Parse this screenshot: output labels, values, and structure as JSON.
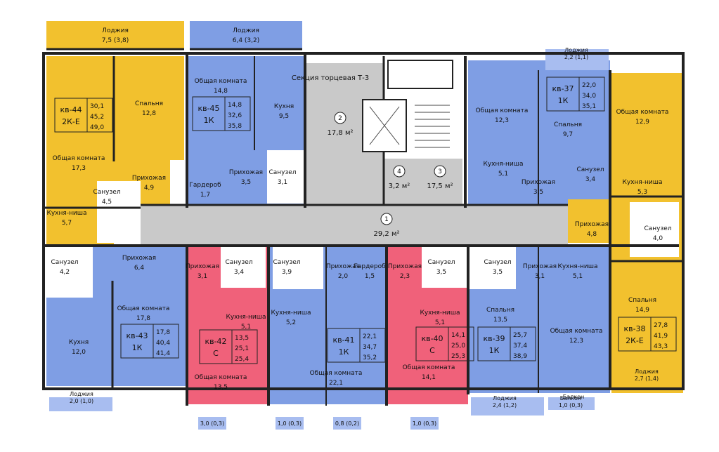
{
  "colors": {
    "yellow": "#f2c12e",
    "blue": "#7f9ee4",
    "pink": "#f0617a",
    "gray": "#c9c9c9",
    "white": "#ffffff",
    "wall": "#222222",
    "balcony": "#a8bdf0"
  },
  "section_label": "Секция торцевая Т-3",
  "common_areas": [
    {
      "num": "2",
      "area": "17,8 м²"
    },
    {
      "num": "4",
      "area": "3,2 м²"
    },
    {
      "num": "3",
      "area": "17,5 м²"
    },
    {
      "num": "1",
      "area": "29,2 м²"
    }
  ],
  "apartments": [
    {
      "id": "apt-44",
      "name": "кв-44",
      "type": "2К-Е",
      "areas": [
        "30,1",
        "45,2",
        "49,0"
      ]
    },
    {
      "id": "apt-45",
      "name": "кв-45",
      "type": "1К",
      "areas": [
        "14,8",
        "32,6",
        "35,8"
      ]
    },
    {
      "id": "apt-37",
      "name": "кв-37",
      "type": "1К",
      "areas": [
        "22,0",
        "34,0",
        "35,1"
      ]
    },
    {
      "id": "apt-43",
      "name": "кв-43",
      "type": "1К",
      "areas": [
        "17,8",
        "40,4",
        "41,4"
      ]
    },
    {
      "id": "apt-42",
      "name": "кв-42",
      "type": "С",
      "areas": [
        "13,5",
        "25,1",
        "25,4"
      ]
    },
    {
      "id": "apt-41",
      "name": "кв-41",
      "type": "1К",
      "areas": [
        "22,1",
        "34,7",
        "35,2"
      ]
    },
    {
      "id": "apt-40",
      "name": "кв-40",
      "type": "С",
      "areas": [
        "14,1",
        "25,0",
        "25,3"
      ]
    },
    {
      "id": "apt-39",
      "name": "кв-39",
      "type": "1К",
      "areas": [
        "25,7",
        "37,4",
        "38,9"
      ]
    },
    {
      "id": "apt-38",
      "name": "кв-38",
      "type": "2К-Е",
      "areas": [
        "27,8",
        "41,9",
        "43,3"
      ]
    }
  ],
  "rooms": [
    {
      "id": "r1",
      "name": "Лоджия",
      "area": "7,5 (3,8)"
    },
    {
      "id": "r2",
      "name": "Лоджия",
      "area": "6,4 (3,2)"
    },
    {
      "id": "r3",
      "name": "Спальня",
      "area": "12,8"
    },
    {
      "id": "r4",
      "name": "Общая комната",
      "area": "17,3"
    },
    {
      "id": "r5",
      "name": "Прихожая",
      "area": "4,9"
    },
    {
      "id": "r6",
      "name": "Санузел",
      "area": "4,5"
    },
    {
      "id": "r7",
      "name": "Кухня-ниша",
      "area": "5,7"
    },
    {
      "id": "r8",
      "name": "Общая комната",
      "area": "14,8"
    },
    {
      "id": "r9",
      "name": "Кухня",
      "area": "9,5"
    },
    {
      "id": "r10",
      "name": "Гардероб",
      "area": "1,7"
    },
    {
      "id": "r11",
      "name": "Прихожая",
      "area": "3,5"
    },
    {
      "id": "r12",
      "name": "Санузел",
      "area": "3,1"
    },
    {
      "id": "r13",
      "name": "Общая комната",
      "area": "12,3"
    },
    {
      "id": "r14",
      "name": "Кухня-ниша",
      "area": "5,1"
    },
    {
      "id": "r15",
      "name": "Прихожая",
      "area": "3,5"
    },
    {
      "id": "r16",
      "name": "Спальня",
      "area": "9,7"
    },
    {
      "id": "r17",
      "name": "Санузел",
      "area": "3,4"
    },
    {
      "id": "r18",
      "name": "Общая комната",
      "area": "12,9"
    },
    {
      "id": "r19",
      "name": "Кухня-ниша",
      "area": "5,3"
    },
    {
      "id": "r20",
      "name": "Прихожая",
      "area": "4,8"
    },
    {
      "id": "r21",
      "name": "Санузел",
      "area": "4,0"
    },
    {
      "id": "r22",
      "name": "Спальня",
      "area": "14,9"
    },
    {
      "id": "r23",
      "name": "Санузел",
      "area": "4,2"
    },
    {
      "id": "r24",
      "name": "Прихожая",
      "area": "6,4"
    },
    {
      "id": "r25",
      "name": "Кухня",
      "area": "12,0"
    },
    {
      "id": "r26",
      "name": "Общая комната",
      "area": "17,8"
    },
    {
      "id": "r27",
      "name": "Прихожая",
      "area": "3,1"
    },
    {
      "id": "r28",
      "name": "Санузел",
      "area": "3,4"
    },
    {
      "id": "r29",
      "name": "Кухня-ниша",
      "area": "5,1"
    },
    {
      "id": "r30",
      "name": "Общая комната",
      "area": "13,5"
    },
    {
      "id": "r31",
      "name": "Санузел",
      "area": "3,9"
    },
    {
      "id": "r32",
      "name": "Кухня-ниша",
      "area": "5,2"
    },
    {
      "id": "r33",
      "name": "Прихожая",
      "area": "2,0"
    },
    {
      "id": "r34",
      "name": "Гардероб",
      "area": "1,5"
    },
    {
      "id": "r35",
      "name": "Общая комната",
      "area": "22,1"
    },
    {
      "id": "r36",
      "name": "Прихожая",
      "area": "2,3"
    },
    {
      "id": "r37",
      "name": "Санузел",
      "area": "3,5"
    },
    {
      "id": "r38",
      "name": "Кухня-ниша",
      "area": "5,1"
    },
    {
      "id": "r39",
      "name": "Общая комната",
      "area": "14,1"
    },
    {
      "id": "r40",
      "name": "Санузел",
      "area": "3,5"
    },
    {
      "id": "r41",
      "name": "Прихожая",
      "area": "3,1"
    },
    {
      "id": "r42",
      "name": "Спальня",
      "area": "13,5"
    },
    {
      "id": "r43",
      "name": "Кухня-ниша",
      "area": "5,1"
    },
    {
      "id": "r44",
      "name": "Общая комната",
      "area": "12,3"
    }
  ],
  "outdoor": [
    {
      "id": "o1",
      "name": "Лоджия",
      "area": "2,2 (1,1)"
    },
    {
      "id": "o2",
      "name": "Лоджия",
      "area": "2,0 (1,0)"
    },
    {
      "id": "o3",
      "name": "",
      "area": "3,0 (0,3)"
    },
    {
      "id": "o4",
      "name": "",
      "area": "1,0 (0,3)"
    },
    {
      "id": "o5",
      "name": "",
      "area": "0,8 (0,2)"
    },
    {
      "id": "o6",
      "name": "",
      "area": "1,0 (0,3)"
    },
    {
      "id": "o7",
      "name": "Лоджия",
      "area": "2,4 (1,2)"
    },
    {
      "id": "o8",
      "name": "Балкон",
      "area": "1,0 (0,3)"
    },
    {
      "id": "o9",
      "name": "Балкон",
      "area": ""
    },
    {
      "id": "o10",
      "name": "Лоджия",
      "area": "2,7 (1,4)"
    }
  ]
}
